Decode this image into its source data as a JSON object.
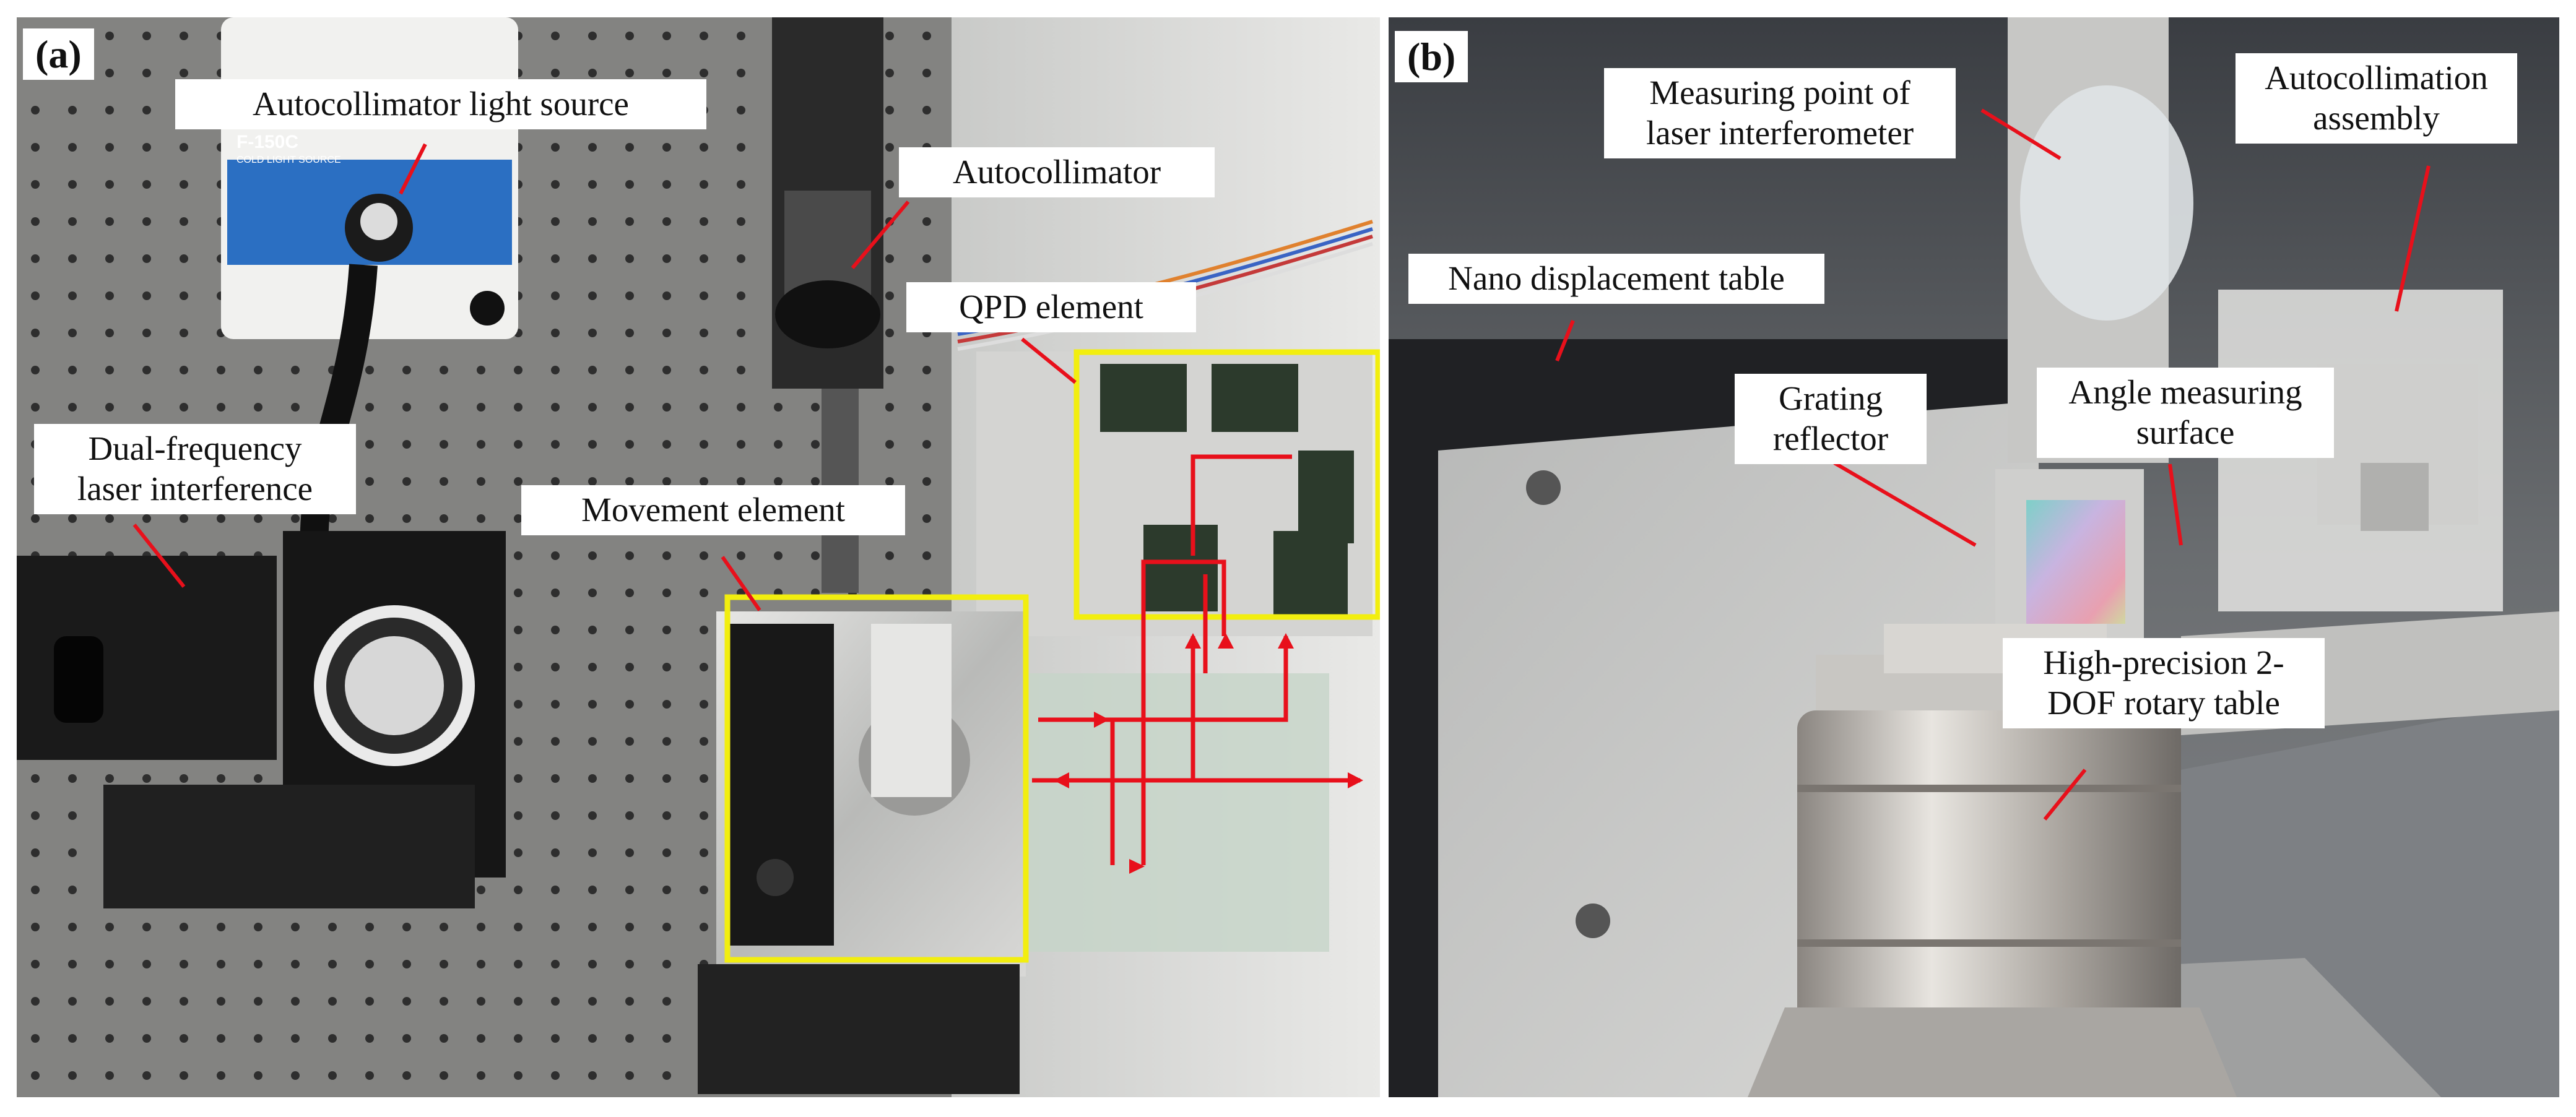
{
  "panel_a": {
    "tag": "(a)",
    "labels": {
      "light_source": "Autocollimator light source",
      "autocollimator": "Autocollimator",
      "qpd": "QPD element",
      "dual_freq_line1": "Dual-frequency",
      "dual_freq_line2": "laser interference",
      "movement": "Movement element",
      "lamp_brand": "F-150C",
      "lamp_sub": "COLD LIGHT SOURCE"
    }
  },
  "panel_b": {
    "tag": "(b)",
    "labels": {
      "measuring_line1": "Measuring point of",
      "measuring_line2": "laser interferometer",
      "autocoll_line1": "Autocollimation",
      "autocoll_line2": "assembly",
      "nano": "Nano displacement table",
      "grating_line1": "Grating",
      "grating_line2": "reflector",
      "angle_line1": "Angle measuring",
      "angle_line2": "surface",
      "rotary_line1": "High-precision 2-",
      "rotary_line2": "DOF rotary table"
    }
  },
  "colors": {
    "annotation_red": "#e8101b",
    "highlight_yellow": "#f2ee0f",
    "label_bg": "#ffffff"
  }
}
